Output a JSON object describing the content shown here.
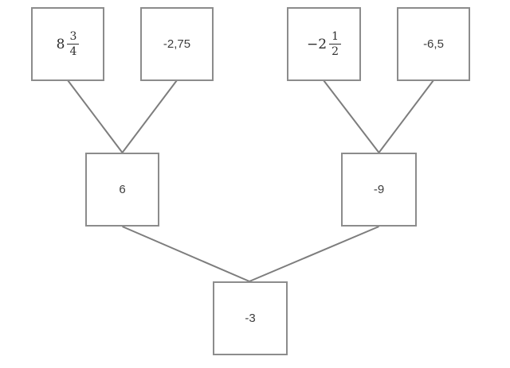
{
  "diagram": {
    "type": "number-tree",
    "colors": {
      "background": "#ffffff",
      "box_border": "#8c8c8c",
      "connector_line": "#7d7d7d",
      "text": "#3d3d3d"
    },
    "nodes": {
      "top_left_fraction": {
        "kind": "mixed_fraction",
        "whole": "8",
        "numerator": "3",
        "denominator": "4"
      },
      "top_left_decimal": {
        "kind": "number",
        "label": "-2,75"
      },
      "top_right_fraction": {
        "kind": "mixed_fraction",
        "whole": "−2",
        "numerator": "1",
        "denominator": "2"
      },
      "top_right_decimal": {
        "kind": "number",
        "label": "-6,5"
      },
      "middle_left": {
        "kind": "number",
        "label": "6"
      },
      "middle_right": {
        "kind": "number",
        "label": "-9"
      },
      "bottom": {
        "kind": "number",
        "label": "-3"
      }
    },
    "connections": [
      {
        "from": "top_left_fraction",
        "to": "middle_left"
      },
      {
        "from": "top_left_decimal",
        "to": "middle_left"
      },
      {
        "from": "top_right_fraction",
        "to": "middle_right"
      },
      {
        "from": "top_right_decimal",
        "to": "middle_right"
      },
      {
        "from": "middle_left",
        "to": "bottom"
      },
      {
        "from": "middle_right",
        "to": "bottom"
      }
    ]
  }
}
